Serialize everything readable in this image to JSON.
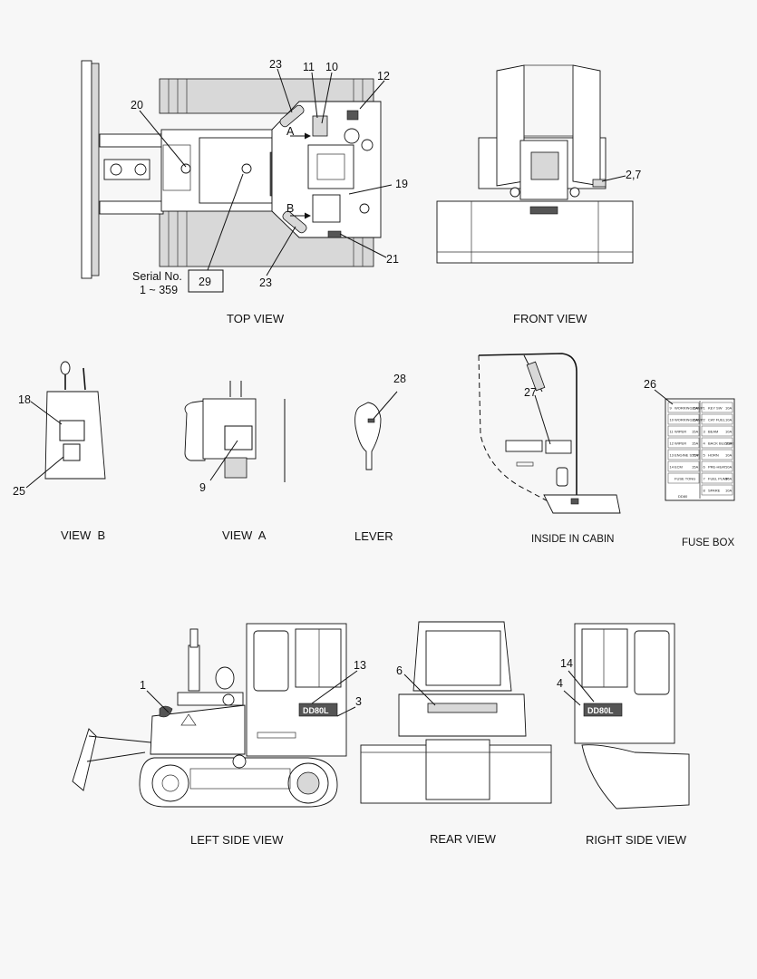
{
  "views": {
    "top": "TOP VIEW",
    "front": "FRONT VIEW",
    "view_b": "VIEW  B",
    "view_a": "VIEW  A",
    "lever": "LEVER",
    "cabin": "INSIDE IN CABIN",
    "fuse": "FUSE BOX",
    "left": "LEFT SIDE VIEW",
    "rear": "REAR VIEW",
    "right": "RIGHT SIDE VIEW"
  },
  "serial": {
    "label": "Serial No.",
    "range": "1 ~ 359",
    "box": "29"
  },
  "arrows": {
    "a": "A",
    "b": "B"
  },
  "callouts": {
    "c23a": "23",
    "c11": "11",
    "c10": "10",
    "c12": "12",
    "c20": "20",
    "c19": "19",
    "c21": "21",
    "c23b": "23",
    "c27front": "2,7",
    "c28": "28",
    "c18": "18",
    "c25": "25",
    "c9": "9",
    "c27": "27",
    "c26": "26",
    "c1": "1",
    "c13": "13",
    "c3": "3",
    "c6": "6",
    "c14": "14",
    "c4": "4"
  },
  "decal": {
    "model": "DD80L"
  },
  "fuse_box": {
    "left": [
      {
        "num": "9",
        "name": "WORKING LAMP",
        "amp": "15A"
      },
      {
        "num": "10",
        "name": "WORKING LAMP",
        "amp": "15A"
      },
      {
        "num": "11",
        "name": "WIPER",
        "amp": "15A"
      },
      {
        "num": "12",
        "name": "WIPER",
        "amp": "15A"
      },
      {
        "num": "13",
        "name": "ENGINE STOP",
        "amp": "15A"
      },
      {
        "num": "14",
        "name": "ECM",
        "amp": "15A"
      },
      {
        "num": "",
        "name": "FUSE TONG",
        "amp": ""
      }
    ],
    "right": [
      {
        "num": "1",
        "name": "KEY SW",
        "amp": "10A"
      },
      {
        "num": "2",
        "name": "CAT FUEL",
        "amp": "10A"
      },
      {
        "num": "3",
        "name": "BEAM",
        "amp": "10A"
      },
      {
        "num": "4",
        "name": "BACK BUZZER",
        "amp": "10A"
      },
      {
        "num": "5",
        "name": "HORN",
        "amp": "10A"
      },
      {
        "num": "6",
        "name": "PRE-HEAT",
        "amp": "10A"
      },
      {
        "num": "7",
        "name": "FUEL PUMP",
        "amp": "10A"
      },
      {
        "num": "8",
        "name": "SPARE",
        "amp": "10A"
      }
    ],
    "bottom_label": "DD80"
  }
}
